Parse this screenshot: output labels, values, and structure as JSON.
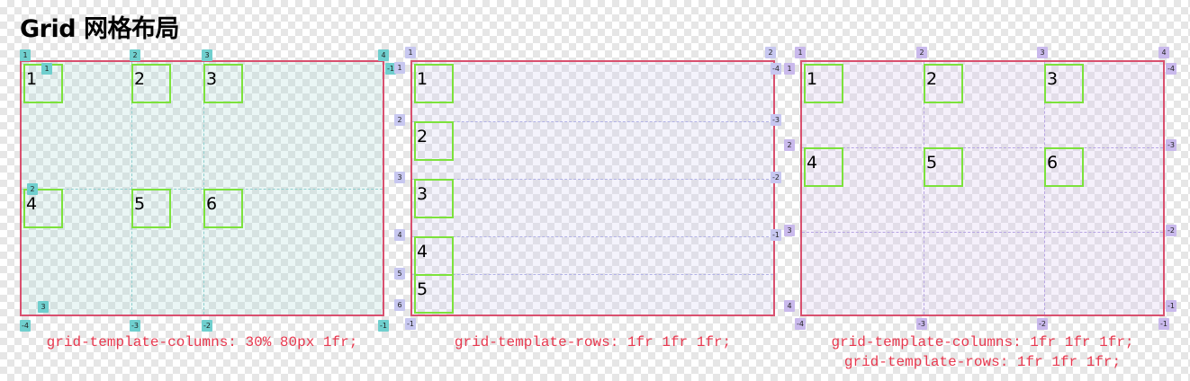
{
  "page_title": "Grid 网格布局",
  "colors": {
    "grid_border": "#d9506f",
    "cell_border": "#7ce23c",
    "caption_text": "#e8384f",
    "panel1_overlay": "rgba(160, 215, 210, 0.22)",
    "panel1_badge": "#6fcfce",
    "panel1_line": "#8fcfcf",
    "panel2_overlay": "rgba(205, 200, 240, 0.22)",
    "panel2_badge": "#c7c7f0",
    "panel2_line": "#b3b3e6",
    "panel3_overlay": "rgba(215, 195, 240, 0.25)",
    "panel3_badge": "#c9b9ec",
    "panel3_line": "#b8a6e3"
  },
  "panels": [
    {
      "caption_lines": [
        "grid-template-columns: 30% 80px 1fr;"
      ],
      "cells": [
        "1",
        "2",
        "3",
        "4",
        "5",
        "6"
      ],
      "column_badges_top": [
        "1",
        "2",
        "3",
        "4"
      ],
      "column_badges_bottom": [
        "-4",
        "-3",
        "-2",
        "-1"
      ],
      "row_badges_left": [
        "1",
        "2",
        "3"
      ],
      "row_badges_right": [
        "-1"
      ]
    },
    {
      "caption_lines": [
        "grid-template-rows: 1fr 1fr 1fr;"
      ],
      "cells": [
        "1",
        "2",
        "3",
        "4",
        "5"
      ],
      "column_badges_top": [
        "1",
        "2"
      ],
      "column_badges_bottom": [
        "-1"
      ],
      "row_badges_left": [
        "1",
        "2",
        "3",
        "4",
        "5",
        "6"
      ],
      "row_badges_right": [
        "-4",
        "-3",
        "-2",
        "-1"
      ]
    },
    {
      "caption_lines": [
        "grid-template-columns: 1fr 1fr 1fr;",
        "grid-template-rows: 1fr 1fr 1fr;"
      ],
      "cells": [
        "1",
        "2",
        "3",
        "4",
        "5",
        "6"
      ],
      "column_badges_top": [
        "1",
        "2",
        "3",
        "4"
      ],
      "column_badges_bottom": [
        "-4",
        "-3",
        "-2",
        "-1"
      ],
      "row_badges_left": [
        "1",
        "2",
        "3",
        "4"
      ],
      "row_badges_right": [
        "-4",
        "-3",
        "-2",
        "-1"
      ]
    }
  ]
}
